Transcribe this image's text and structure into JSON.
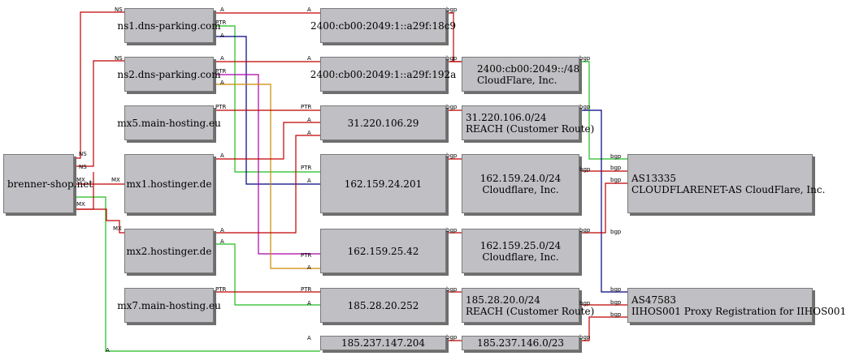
{
  "colors": {
    "red": "#c00000",
    "green": "#22bb22",
    "blue": "#000080",
    "magenta": "#aa00aa",
    "orange": "#cc8800",
    "node_fill": "#c0bfc3",
    "node_shadow": "#6e6e6e"
  },
  "nodes": {
    "domain": "brenner-shop.net",
    "ns1": "ns1.dns-parking.com",
    "ns2": "ns2.dns-parking.com",
    "mx5": "mx5.main-hosting.eu",
    "mx1": "mx1.hostinger.de",
    "mx2": "mx2.hostinger.de",
    "mx7": "mx7.main-hosting.eu",
    "ip6_a": "2400:cb00:2049:1::a29f:18c9",
    "ip6_b": "2400:cb00:2049:1::a29f:192a",
    "ip_31": "31.220.106.29",
    "ip_162_201": "162.159.24.201",
    "ip_162_42": "162.159.25.42",
    "ip_185_252": "185.28.20.252",
    "ip_185_204": "185.237.147.204",
    "pfx_cf6": [
      "2400:cb00:2049::/48",
      "CloudFlare, Inc."
    ],
    "pfx_31": [
      "31.220.106.0/24",
      "REACH (Customer Route)"
    ],
    "pfx_162_24": [
      "162.159.24.0/24",
      "Cloudflare, Inc."
    ],
    "pfx_162_25": [
      "162.159.25.0/24",
      "Cloudflare, Inc."
    ],
    "pfx_185_28": [
      "185.28.20.0/24",
      "REACH (Customer Route)"
    ],
    "pfx_185_146": "185.237.146.0/23",
    "as13335": [
      "AS13335",
      "CLOUDFLARENET-AS CloudFlare, Inc."
    ],
    "as47583": [
      "AS47583",
      "IIHOS001 Proxy Registration for IIHOS001"
    ]
  },
  "edge_labels": {
    "ns": "NS",
    "mx": "MX",
    "a": "A",
    "ptr": "PTR",
    "bgp": "bgp"
  }
}
